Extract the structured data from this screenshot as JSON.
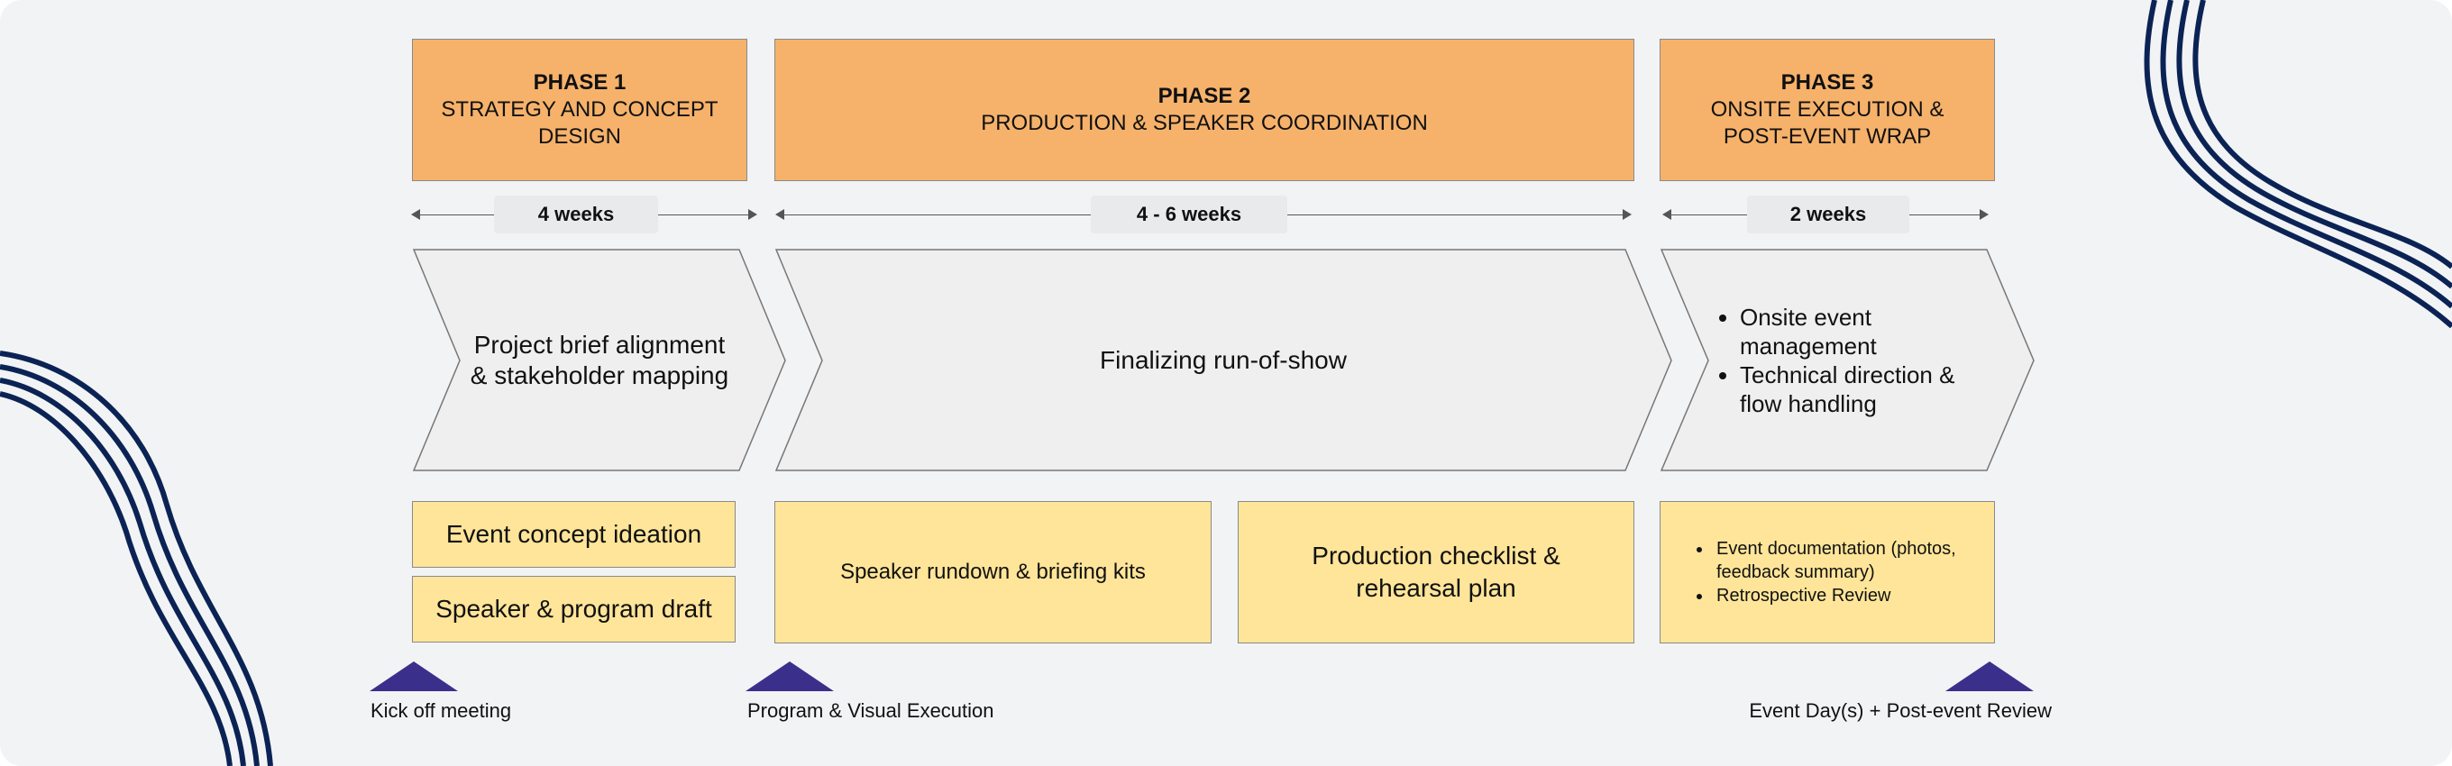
{
  "colors": {
    "background": "#f2f3f5",
    "phase_fill": "#f6b26b",
    "chevron_fill": "#efefef",
    "task_fill": "#ffe599",
    "milestone": "#3b2f8c",
    "decor_curves": "#0b2354"
  },
  "phases": [
    {
      "title": "PHASE 1",
      "subtitle": "STRATEGY AND CONCEPT DESIGN",
      "duration": "4 weeks",
      "chevron_text": "Project brief alignment & stakeholder mapping"
    },
    {
      "title": "PHASE 2",
      "subtitle": "PRODUCTION & SPEAKER COORDINATION",
      "duration": "4 - 6 weeks",
      "chevron_text": "Finalizing run-of-show"
    },
    {
      "title": "PHASE 3",
      "subtitle": "ONSITE EXECUTION & POST-EVENT WRAP",
      "duration": "2 weeks",
      "chevron_bullets": [
        "Onsite event management",
        "Technical direction & flow handling"
      ]
    }
  ],
  "tasks": {
    "p1_a": "Event concept ideation",
    "p1_b": "Speaker & program draft",
    "p2_a": "Speaker rundown & briefing kits",
    "p2_b": "Production checklist & rehearsal plan",
    "p3_bullets": [
      "Event documentation (photos, feedback summary)",
      "Retrospective Review"
    ]
  },
  "milestones": [
    "Kick off meeting",
    "Program & Visual Execution",
    "Event Day(s) + Post-event Review"
  ]
}
